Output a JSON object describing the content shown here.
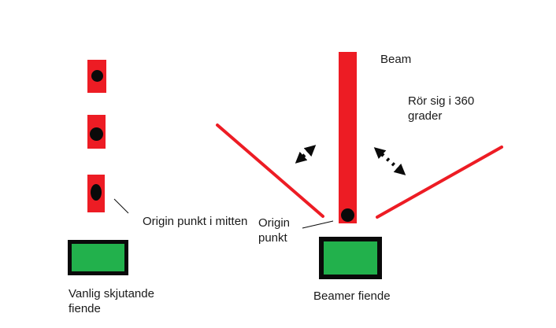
{
  "colors": {
    "red": "#ed1c24",
    "green": "#22b14c",
    "black": "#0a0a0a",
    "background": "#ffffff",
    "text": "#1a1a1a"
  },
  "labels": {
    "beam": "Beam",
    "rotation": "Rör sig i 360 grader",
    "origin_center": "Origin punkt i mitten",
    "origin": "Origin punkt",
    "shooter_enemy": "Vanlig skjutande fiende",
    "beamer_enemy": "Beamer fiende"
  }
}
